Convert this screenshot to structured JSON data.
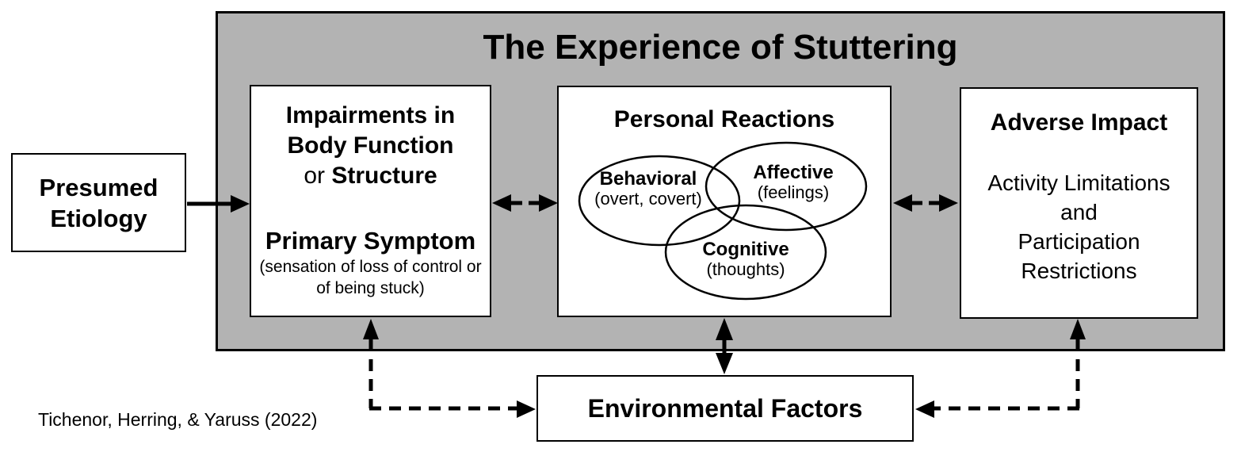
{
  "panel": {
    "title": "The Experience of Stuttering"
  },
  "presumed_box": {
    "line1": "Presumed",
    "line2": "Etiology"
  },
  "impairments_box": {
    "heading_line1": "Impairments in",
    "heading_line2": "Body Function",
    "heading_line3_regular": "or ",
    "heading_line3_bold": "Structure",
    "subheading": "Primary Symptom",
    "note_line1": "(sensation of loss of control or",
    "note_line2": "of being stuck)"
  },
  "reactions_box": {
    "title": "Personal Reactions",
    "behavioral_label": "Behavioral",
    "behavioral_sub": "(overt, covert)",
    "affective_label": "Affective",
    "affective_sub": "(feelings)",
    "cognitive_label": "Cognitive",
    "cognitive_sub": "(thoughts)"
  },
  "adverse_box": {
    "title": "Adverse Impact",
    "body_line1": "Activity Limitations",
    "body_line2": "and",
    "body_line3": "Participation",
    "body_line4": "Restrictions"
  },
  "environmental_box": {
    "title": "Environmental Factors"
  },
  "citation": "Tichenor, Herring, & Yaruss (2022)",
  "colors": {
    "panel_gray": "#b3b3b3",
    "line_color": "#000000",
    "box_fill": "#ffffff"
  }
}
